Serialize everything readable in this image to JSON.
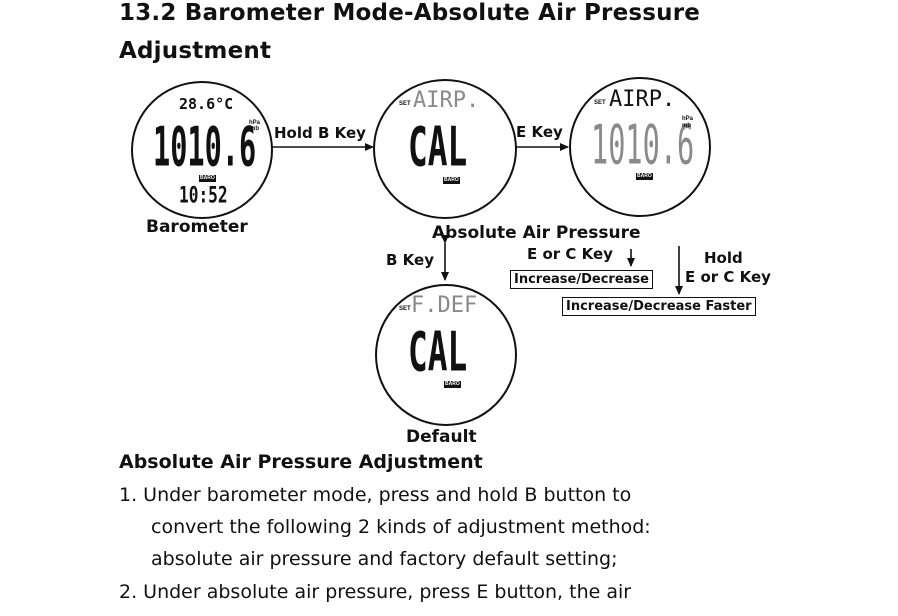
{
  "section": {
    "title_line1": "13.2 Barometer Mode-Absolute Air Pressure",
    "title_line2": "Adjustment"
  },
  "watch_barometer": {
    "temperature": "28.6°C",
    "pressure": "1010.6",
    "unit_hpa": "hPa",
    "unit_mb": "mb",
    "badge": "BARO",
    "time": "10:52",
    "caption": "Barometer"
  },
  "watch_cal": {
    "set": "SET",
    "mode": "AIRP.",
    "value": "CAL",
    "badge": "BARO"
  },
  "watch_airp": {
    "set": "SET",
    "mode": "AIRP.",
    "pressure": "1010.6",
    "unit_hpa": "hPa",
    "unit_mb": "mb",
    "badge": "BARO"
  },
  "watch_default": {
    "set": "SET",
    "mode": "F.DEF",
    "value": "CAL",
    "badge": "BARO",
    "caption": "Default"
  },
  "labels": {
    "hold_b_key": "Hold B Key",
    "e_key": "E Key",
    "absolute_air_pressure": "Absolute Air Pressure",
    "b_key": "B Key",
    "e_or_c_key": "E or C Key",
    "hold": "Hold",
    "hold_e_or_c_key": "E or C Key",
    "increase_decrease": "Increase/Decrease",
    "increase_decrease_faster": "Increase/Decrease Faster"
  },
  "body": {
    "heading": "Absolute Air Pressure Adjustment",
    "item1_line1": "1.  Under barometer mode, press and hold B button to",
    "item1_line2": "convert the following 2 kinds of adjustment method:",
    "item1_line3": "absolute air pressure and factory default setting;",
    "item2_line1": "2.  Under absolute air pressure, press E button, the air"
  }
}
